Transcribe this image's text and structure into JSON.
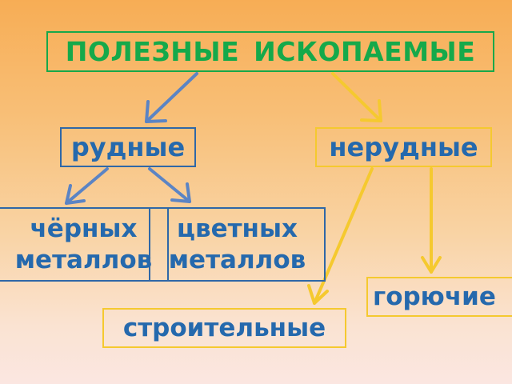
{
  "diagram": {
    "root": {
      "label": "ПОЛЕЗНЫЕ ИСКОПАЕМЫЕ"
    },
    "ore": {
      "label": "рудные"
    },
    "non_ore": {
      "label": "нерудные"
    },
    "ferrous": {
      "line1": "чёрных",
      "line2": "металлов"
    },
    "non_ferrous": {
      "line1": "цветных",
      "line2": "металлов"
    },
    "building": {
      "label": "строительные"
    },
    "fuel": {
      "label": "горючие"
    }
  },
  "colors": {
    "green": "#15a94a",
    "blue": "#2569ad",
    "arrow_blue": "#5b84c4",
    "yellow": "#f5c92f"
  }
}
